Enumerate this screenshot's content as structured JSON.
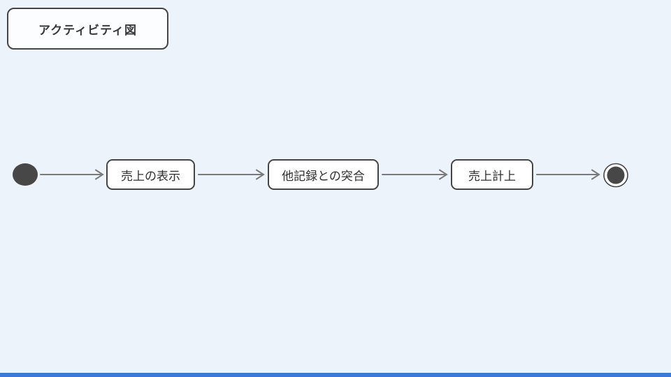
{
  "page": {
    "background_color": "#edf3fa",
    "accent_bar_color": "#3c78d8"
  },
  "title_box": {
    "label": "アクティビティ図"
  },
  "diagram": {
    "type": "activity-diagram",
    "start_node": "initial-node",
    "end_node": "final-node",
    "steps": [
      {
        "label": "売上の表示"
      },
      {
        "label": "他記録との突合"
      },
      {
        "label": "売上計上"
      }
    ],
    "flow": [
      "start",
      "売上の表示",
      "他記録との突合",
      "売上計上",
      "end"
    ],
    "colors": {
      "node_fill": "#ffffff",
      "node_border": "#454545",
      "node_text": "#2f2f2f",
      "arrow": "#7a7a7a",
      "terminal_fill": "#474747"
    }
  }
}
